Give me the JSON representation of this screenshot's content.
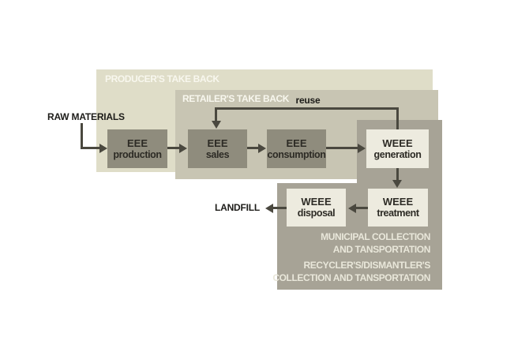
{
  "zones": {
    "producer": {
      "label": "PRODUCER'S TAKE BACK"
    },
    "retailer": {
      "label": "RETAILER'S TAKE BACK"
    },
    "municipal": {
      "line1": "MUNICIPAL COLLECTION",
      "line2": "AND TANSPORTATION"
    },
    "recycler": {
      "line1": "RECYCLER'S/DISMANTLER'S",
      "line2": "COLLECTION AND TANSPORTATION"
    }
  },
  "nodes": {
    "production": {
      "line1": "EEE",
      "line2": "production"
    },
    "sales": {
      "line1": "EEE",
      "line2": "sales"
    },
    "consumption": {
      "line1": "EEE",
      "line2": "consumption"
    },
    "generation": {
      "line1": "WEEE",
      "line2": "generation"
    },
    "treatment": {
      "line1": "WEEE",
      "line2": "treatment"
    },
    "disposal": {
      "line1": "WEEE",
      "line2": "disposal"
    }
  },
  "labels": {
    "raw_materials": "RAW MATERIALS",
    "reuse": "reuse",
    "landfill": "LANDFILL"
  },
  "flows": [
    {
      "from": "raw-materials",
      "to": "eee-production"
    },
    {
      "from": "eee-production",
      "to": "eee-sales"
    },
    {
      "from": "eee-sales",
      "to": "eee-consumption"
    },
    {
      "from": "eee-consumption",
      "to": "weee-generation"
    },
    {
      "from": "weee-generation",
      "to": "eee-sales",
      "label": "reuse"
    },
    {
      "from": "weee-generation",
      "to": "weee-treatment"
    },
    {
      "from": "weee-treatment",
      "to": "weee-disposal"
    },
    {
      "from": "weee-disposal",
      "to": "landfill"
    }
  ],
  "colors": {
    "background": "#ffffff",
    "producer_zone": "#dfddc8",
    "retailer_zone": "#c8c5b3",
    "collection_zone": "#a7a396",
    "dark_node": "#8f8c7d",
    "light_node": "#edebdf",
    "arrow": "#4a483f",
    "node_text": "#2d2b25",
    "zone_label": "#f8f7ee",
    "collection_label": "#e9e7da",
    "ink": "#1d1c19"
  }
}
